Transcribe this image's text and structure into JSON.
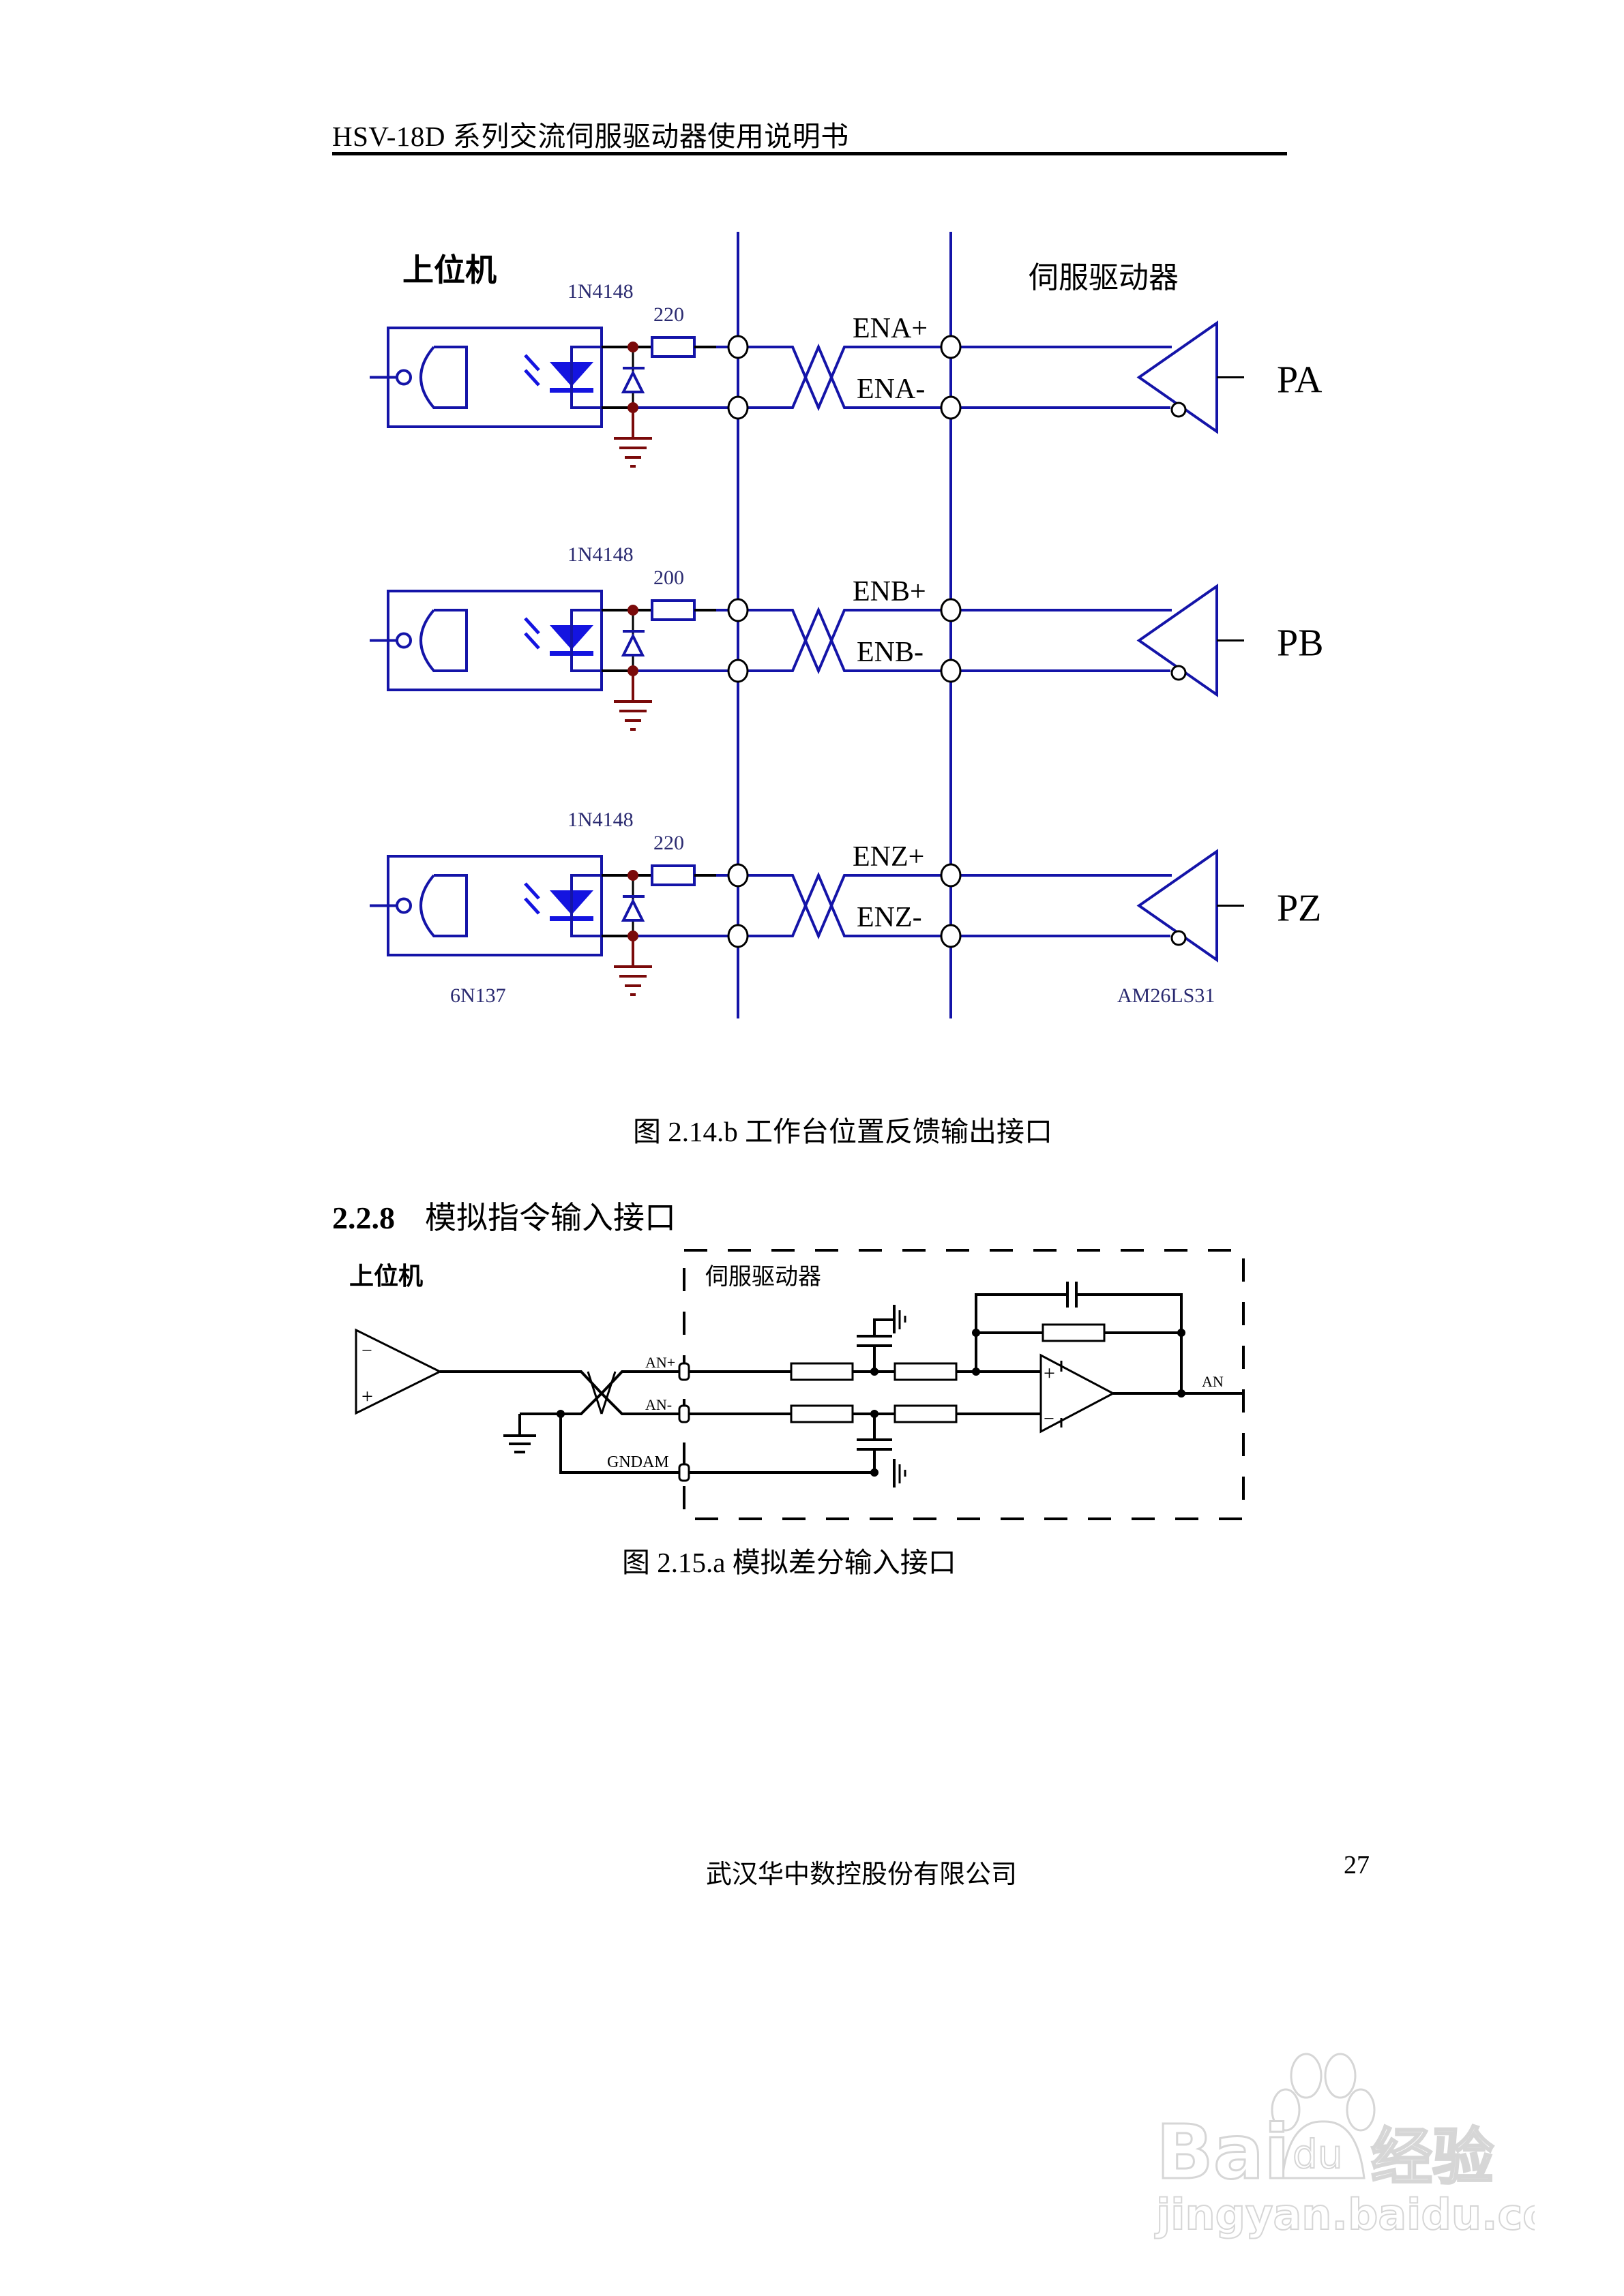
{
  "header": {
    "title": "HSV-18D 系列交流伺服驱动器使用说明书"
  },
  "figure_2_14b": {
    "host_label": "上位机",
    "driver_label": "伺服驱动器",
    "diode_part": "1N4148",
    "optocoupler_part": "6N137",
    "receiver_part": "AM26LS31",
    "channels": [
      {
        "resistor": "220",
        "pos_label": "ENA+",
        "neg_label": "ENA-",
        "output": "PA"
      },
      {
        "resistor": "200",
        "pos_label": "ENB+",
        "neg_label": "ENB-",
        "output": "PB"
      },
      {
        "resistor": "220",
        "pos_label": "ENZ+",
        "neg_label": "ENZ-",
        "output": "PZ"
      }
    ],
    "caption": "图 2.14.b  工作台位置反馈输出接口",
    "colors": {
      "wire": "#1414a8",
      "ground": "#7a0a0a",
      "signal": "#000000"
    }
  },
  "section": {
    "number": "2.2.8",
    "title": "模拟指令输入接口"
  },
  "figure_2_15a": {
    "host_label": "上位机",
    "driver_label": "伺服驱动器",
    "pin_pos": "AN+",
    "pin_neg": "AN-",
    "pin_gnd": "GNDAM",
    "output_label": "AN",
    "opamp_minus": "−",
    "opamp_plus": "+",
    "caption": "图 2.15.a    模拟差分输入接口"
  },
  "footer": {
    "company": "武汉华中数控股份有限公司",
    "page_number": "27"
  },
  "watermark": {
    "brand": "Bai",
    "brand_paw": "du",
    "brand_cn": "经验",
    "url": "jingyan.baidu.com"
  }
}
